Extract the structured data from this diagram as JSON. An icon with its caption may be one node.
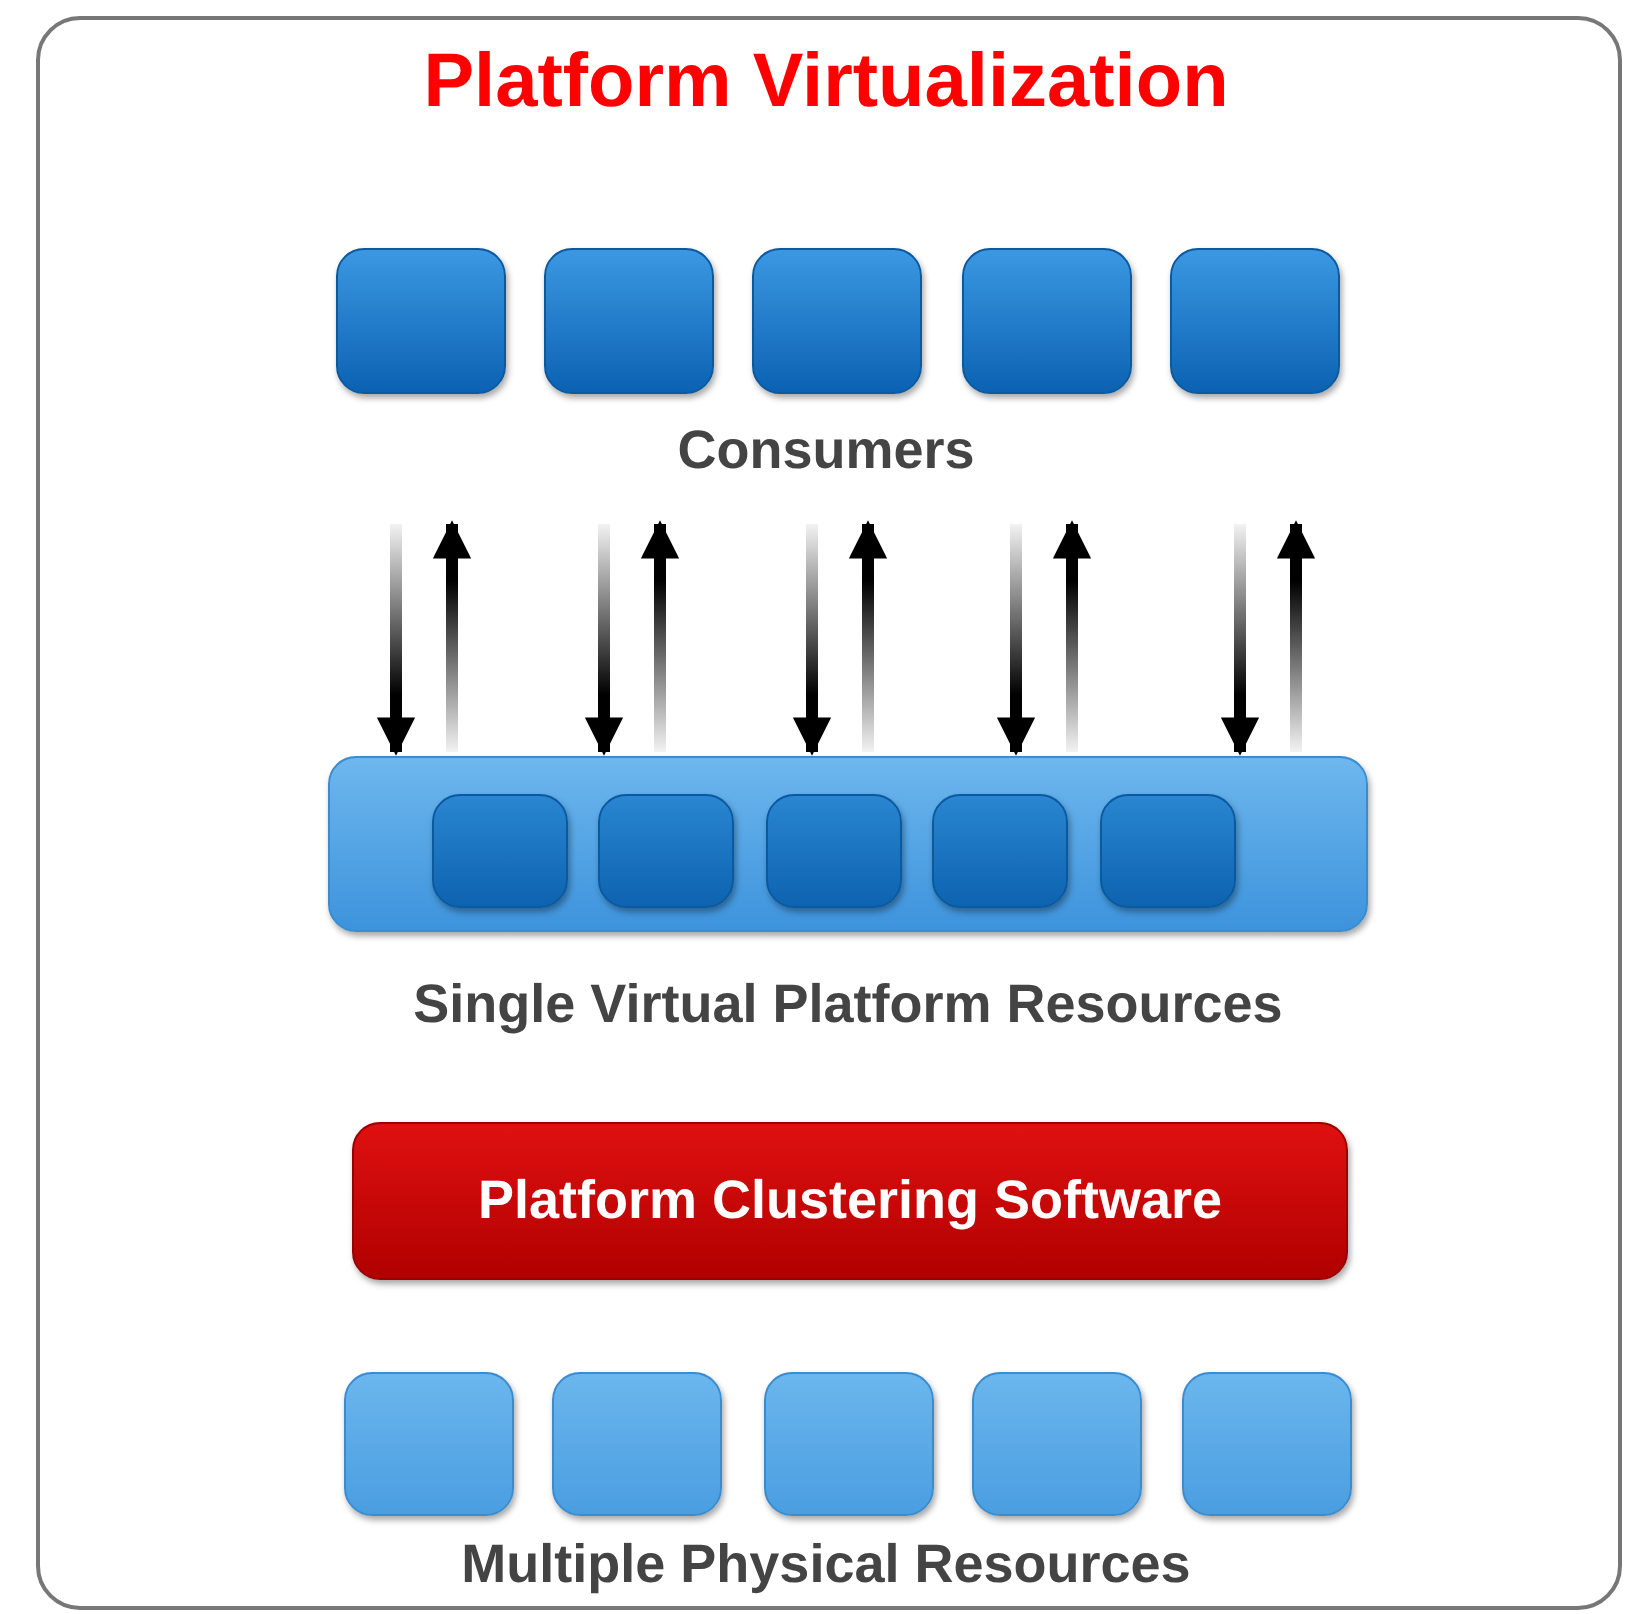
{
  "diagram": {
    "title": "Platform Virtualization",
    "nodes": [
      {
        "text": [],
        "shape": "box"
      },
      {
        "text": [],
        "shape": "box"
      },
      {
        "text": [],
        "shape": "box"
      },
      {
        "text": [],
        "shape": "box"
      },
      {
        "text": [],
        "shape": "box"
      },
      {
        "text": [
          "Single Virtual Platform Resources"
        ]
      },
      {
        "text": [],
        "shape": "box",
        "in": 5
      },
      {
        "text": [],
        "shape": "box",
        "in": 5
      },
      {
        "text": [],
        "shape": "box",
        "in": 5
      },
      {
        "text": [],
        "shape": "box",
        "in": 5
      },
      {
        "text": [],
        "shape": "box",
        "in": 5
      },
      {
        "text": [
          "Platform Clustering Software"
        ]
      },
      {
        "text": [],
        "shape": "box"
      },
      {
        "text": [],
        "shape": "box"
      },
      {
        "text": [],
        "shape": "box"
      },
      {
        "text": [],
        "shape": "box"
      },
      {
        "text": [],
        "shape": "box"
      }
    ],
    "edges": [
      {
        "from": null,
        "to": 5,
        "arrow": "to"
      },
      {
        "from": 5,
        "to": null,
        "arrow": "to"
      },
      {
        "from": null,
        "to": 5,
        "arrow": "to"
      },
      {
        "from": 5,
        "to": null,
        "arrow": "to"
      },
      {
        "from": null,
        "to": 5,
        "arrow": "to"
      },
      {
        "from": 5,
        "to": null,
        "arrow": "to"
      },
      {
        "from": null,
        "to": 5,
        "arrow": "to"
      },
      {
        "from": 5,
        "to": null,
        "arrow": "to"
      },
      {
        "from": null,
        "to": 5,
        "arrow": "to"
      },
      {
        "from": 5,
        "to": null,
        "arrow": "to"
      }
    ],
    "labels": [
      "Consumers",
      "Multiple Physical Resources"
    ]
  }
}
